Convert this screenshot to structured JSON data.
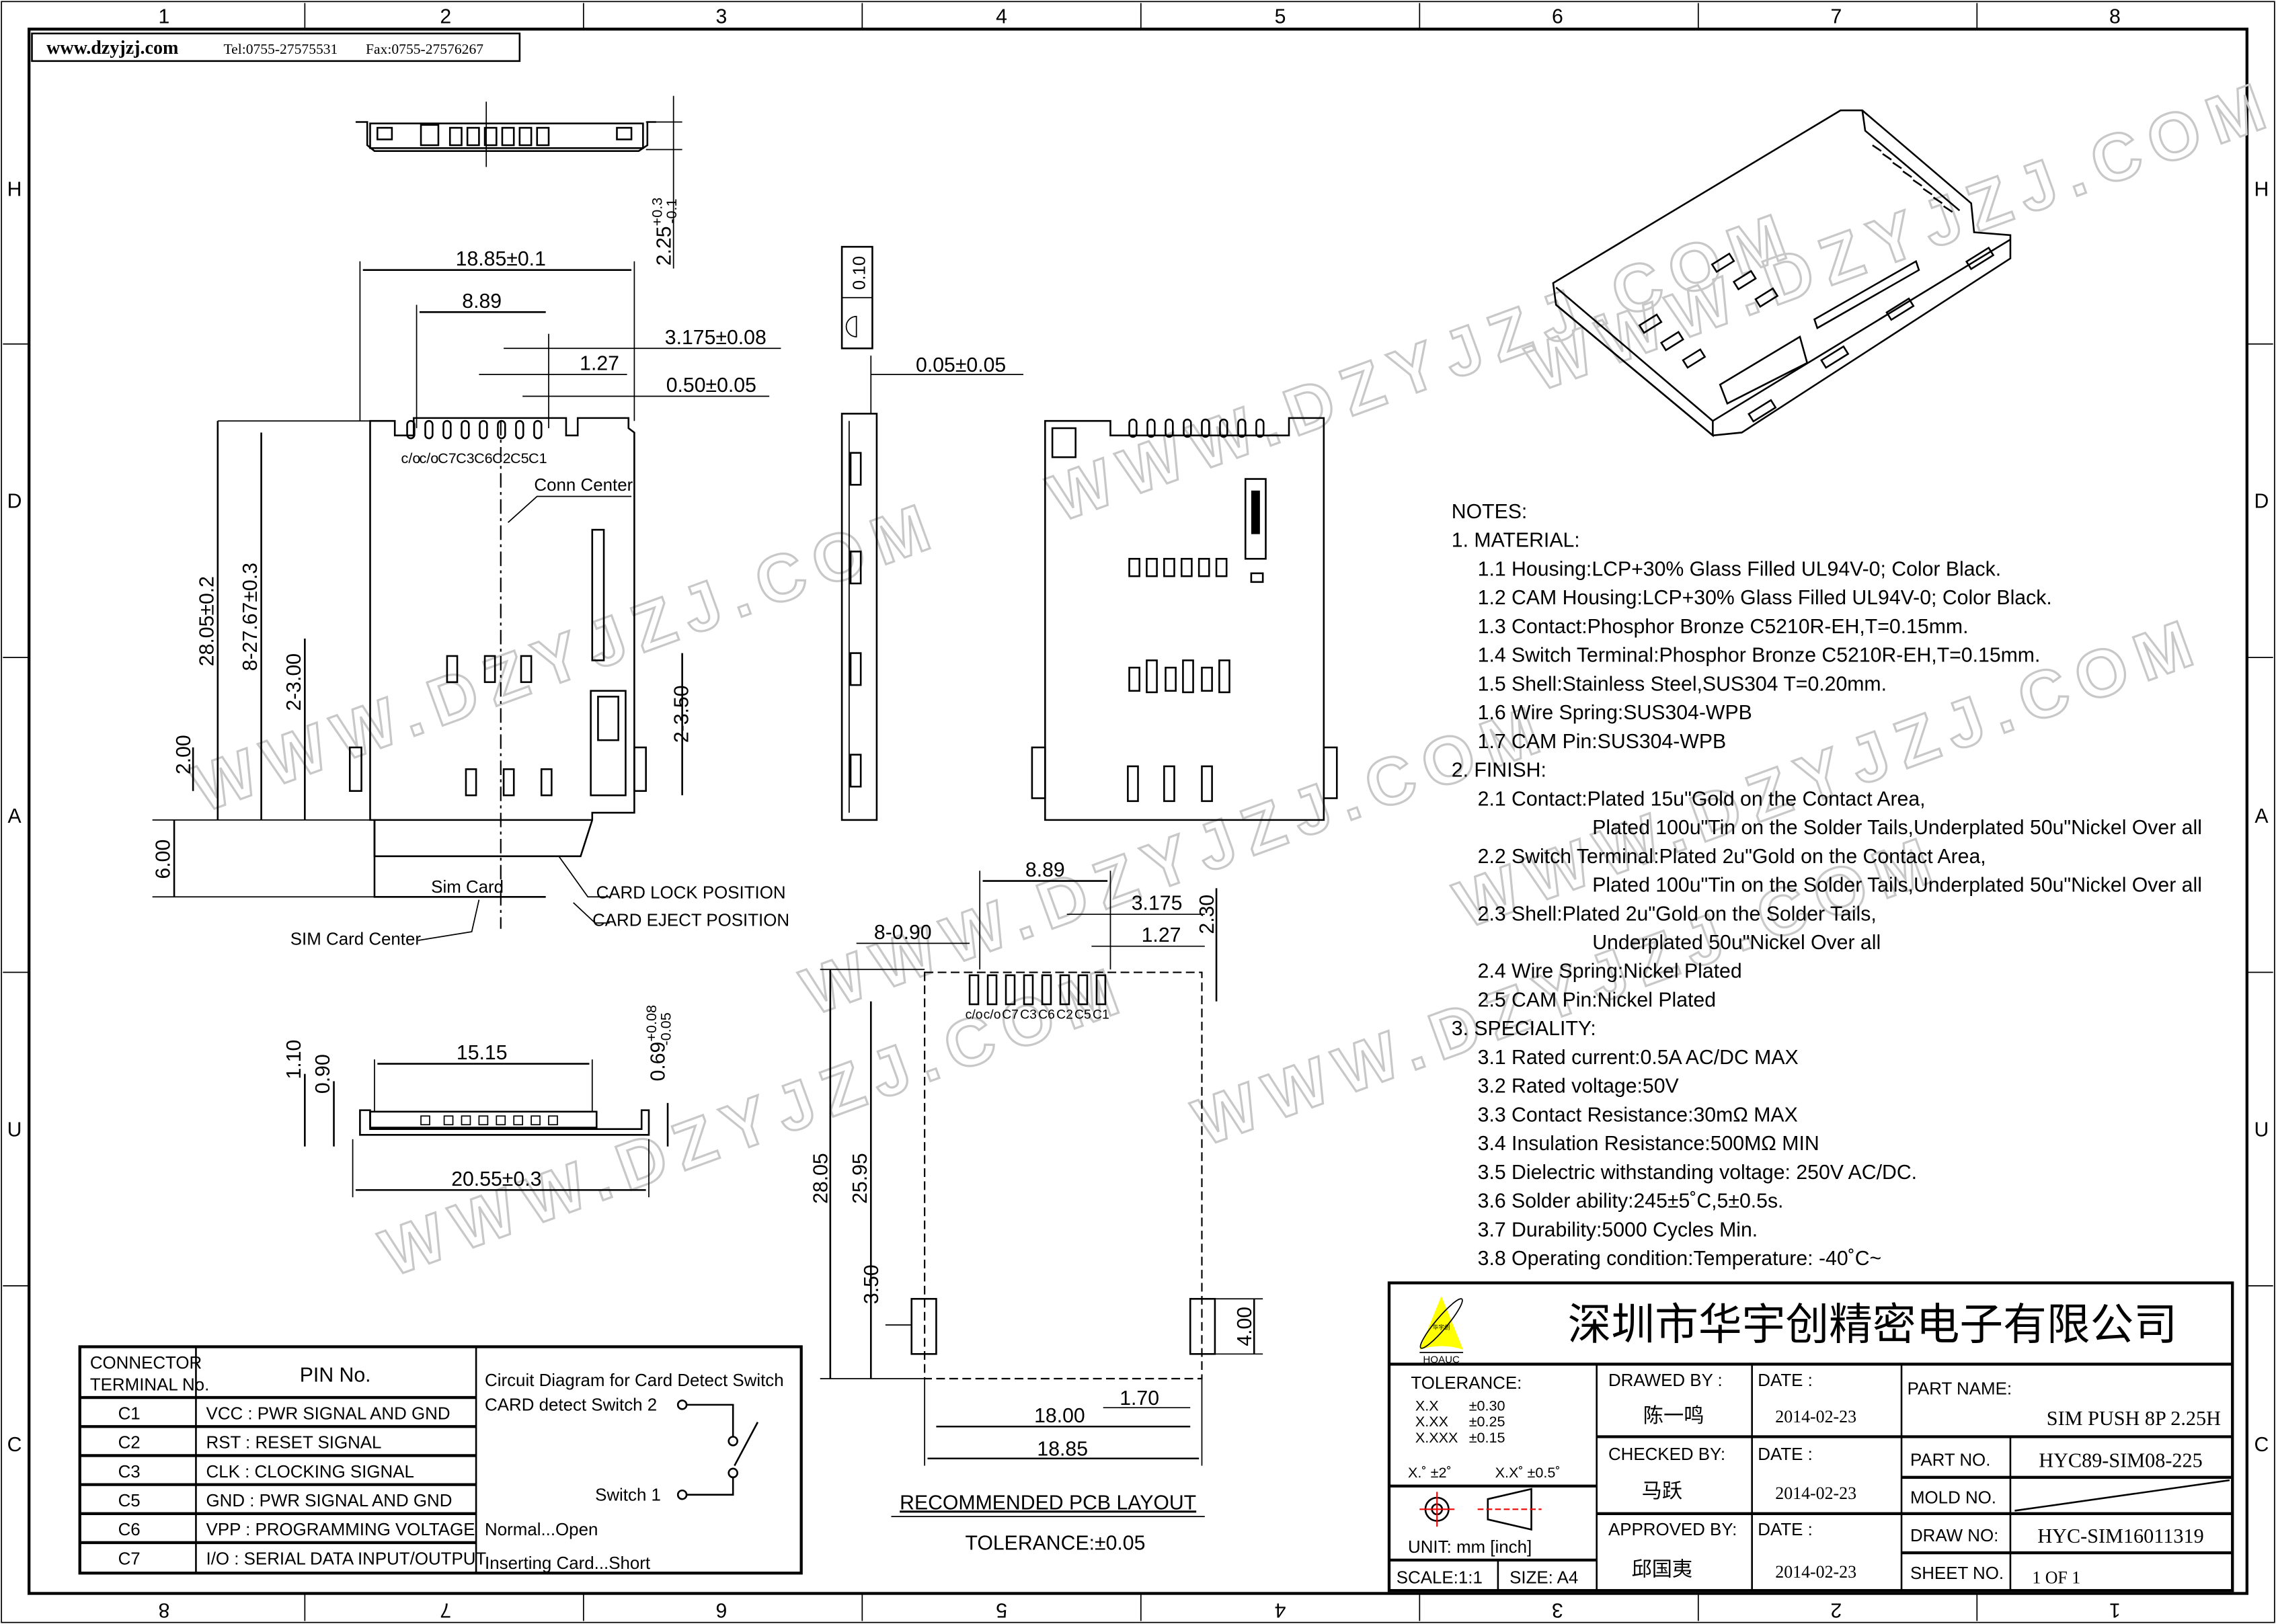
{
  "header": {
    "website": "www.dzyjzj.com",
    "tel": "Tel:0755-27575531",
    "fax": "Fax:0755-27576267"
  },
  "grid": {
    "columns": [
      "1",
      "2",
      "3",
      "4",
      "5",
      "6",
      "7",
      "8"
    ],
    "rows": [
      "H",
      "D",
      "A",
      "U",
      "C"
    ]
  },
  "watermark": "WWW.DZYJZJ.COM",
  "top_view": {
    "height_dim": "2.25",
    "height_tol_plus": "+0.3",
    "height_tol_minus": "-0.1",
    "width_dim": "18.85±0.1",
    "pitch_span": "8.89",
    "offset": "3.175±0.08",
    "pitch": "1.27",
    "pin_width": "0.50±0.05",
    "pin_labels": [
      "c/o",
      "c/o",
      "C7",
      "C3",
      "C6",
      "C2",
      "C5",
      "C1"
    ],
    "conn_center": "Conn Center",
    "length": "28.05±0.2",
    "pin_length": "8-27.67±0.3",
    "switch_dim": "2-3.00",
    "side_dim": "2.00",
    "switch_dim_right": "2-3.50",
    "card_protrude": "6.00",
    "sim_card": "Sim Card",
    "sim_card_center": "SIM Card Center",
    "card_lock": "CARD LOCK POSITION",
    "card_eject": "CARD EJECT POSITION"
  },
  "front_view": {
    "h1": "1.10",
    "h2": "0.90",
    "tail": "0.69",
    "tail_plus": "+0.08",
    "tail_minus": "-0.05",
    "inner_width": "15.15",
    "outer_width": "20.55±0.3"
  },
  "side_view": {
    "thickness": "0.10",
    "gap": "0.05±0.05"
  },
  "pcb_layout": {
    "pitch_span": "8.89",
    "offset": "3.175",
    "pitch": "1.27",
    "pad_len": "2.30",
    "pad_width": "8-0.90",
    "length": "28.05",
    "inner_length": "25.95",
    "switch_pos": "3.50",
    "switch_pad": "4.00",
    "inner_width": "18.00",
    "edge": "1.70",
    "outer_width": "18.85",
    "pin_labels": [
      "c/o",
      "c/o",
      "C7",
      "C3",
      "C6",
      "C2",
      "C5",
      "C1"
    ],
    "title": "RECOMMENDED PCB LAYOUT",
    "tolerance": "TOLERANCE:±0.05"
  },
  "notes": [
    {
      "level": 0,
      "text": "NOTES:"
    },
    {
      "level": 0,
      "text": "1. MATERIAL:"
    },
    {
      "level": 1,
      "text": "1.1 Housing:LCP+30% Glass Filled UL94V-0; Color Black."
    },
    {
      "level": 1,
      "text": "1.2 CAM Housing:LCP+30% Glass Filled UL94V-0; Color Black."
    },
    {
      "level": 1,
      "text": "1.3 Contact:Phosphor Bronze C5210R-EH,T=0.15mm."
    },
    {
      "level": 1,
      "text": "1.4 Switch Terminal:Phosphor Bronze C5210R-EH,T=0.15mm."
    },
    {
      "level": 1,
      "text": "1.5 Shell:Stainless Steel,SUS304 T=0.20mm."
    },
    {
      "level": 1,
      "text": "1.6 Wire Spring:SUS304-WPB"
    },
    {
      "level": 1,
      "text": "1.7 CAM Pin:SUS304-WPB"
    },
    {
      "level": 0,
      "text": "2. FINISH:"
    },
    {
      "level": 1,
      "text": "2.1 Contact:Plated 15u\"Gold on the Contact Area,"
    },
    {
      "level": 2,
      "text": "Plated 100u\"Tin on the Solder Tails,Underplated 50u\"Nickel Over all"
    },
    {
      "level": 1,
      "text": "2.2 Switch Terminal:Plated 2u\"Gold on the Contact Area,"
    },
    {
      "level": 2,
      "text": "Plated 100u\"Tin on the Solder Tails,Underplated 50u\"Nickel Over all"
    },
    {
      "level": 1,
      "text": "2.3 Shell:Plated 2u\"Gold on the Solder Tails,"
    },
    {
      "level": 2,
      "text": "Underplated 50u\"Nickel Over all"
    },
    {
      "level": 1,
      "text": "2.4 Wire Spring:Nickel Plated"
    },
    {
      "level": 1,
      "text": "2.5 CAM Pin:Nickel Plated"
    },
    {
      "level": 0,
      "text": "3. SPECIALITY:"
    },
    {
      "level": 1,
      "text": "3.1 Rated current:0.5A AC/DC MAX"
    },
    {
      "level": 1,
      "text": "3.2 Rated voltage:50V"
    },
    {
      "level": 1,
      "text": "3.3 Contact Resistance:30mΩ MAX"
    },
    {
      "level": 1,
      "text": "3.4 Insulation Resistance:500MΩ MIN"
    },
    {
      "level": 1,
      "text": "3.5 Dielectric withstanding voltage: 250V AC/DC."
    },
    {
      "level": 1,
      "text": "3.6 Solder ability:245±5˚C,5±0.5s."
    },
    {
      "level": 1,
      "text": "3.7 Durability:5000 Cycles Min."
    },
    {
      "level": 1,
      "text": "3.8 Operating condition:Temperature: -40˚C~"
    }
  ],
  "pin_table": {
    "header_terminal_1": "CONNECTOR",
    "header_terminal_2": "TERMINAL No.",
    "header_pin": "PIN No.",
    "rows": [
      {
        "terminal": "C1",
        "pin": "VCC : PWR SIGNAL AND GND"
      },
      {
        "terminal": "C2",
        "pin": "RST : RESET SIGNAL"
      },
      {
        "terminal": "C3",
        "pin": "CLK : CLOCKING SIGNAL"
      },
      {
        "terminal": "C5",
        "pin": "GND : PWR SIGNAL AND GND"
      },
      {
        "terminal": "C6",
        "pin": "VPP : PROGRAMMING VOLTAGE"
      },
      {
        "terminal": "C7",
        "pin": "I/O : SERIAL DATA INPUT/OUTPUT"
      }
    ]
  },
  "circuit": {
    "title": "Circuit Diagram for Card Detect Switch",
    "switch2": "CARD detect   Switch 2",
    "switch1": "Switch 1",
    "normal": "Normal...Open",
    "inserting": "Inserting Card...Short"
  },
  "title_block": {
    "company": "深圳市华宇创精密电子有限公司",
    "logo_text": "华宇创",
    "logo_brand": "HOAUC",
    "tolerance_label": "TOLERANCE:",
    "tol_rows": [
      {
        "k": "X.X",
        "v": "±0.30"
      },
      {
        "k": "X.XX",
        "v": "±0.25"
      },
      {
        "k": "X.XXX",
        "v": "±0.15"
      }
    ],
    "angle_1": "X.˚ ±2˚",
    "angle_2": "X.X˚ ±0.5˚",
    "unit": "UNIT:  mm  [inch]",
    "scale": "SCALE:1:1",
    "size": "SIZE:  A4",
    "drawed_by_label": "DRAWED BY :",
    "drawed_by": "陈一鸣",
    "checked_by_label": "CHECKED BY:",
    "checked_by": "马跃",
    "approved_by_label": "APPROVED BY:",
    "approved_by": "邱国夷",
    "date_label": "DATE :",
    "date_drawed": "2014-02-23",
    "date_checked": "2014-02-23",
    "date_approved": "2014-02-23",
    "part_name_label": "PART NAME:",
    "part_name": "SIM PUSH 8P 2.25H",
    "part_no_label": "PART NO.",
    "part_no": "HYC89-SIM08-225",
    "mold_no_label": "MOLD NO.",
    "draw_no_label": "DRAW NO:",
    "draw_no": "HYC-SIM16011319",
    "sheet_no_label": "SHEET NO.",
    "sheet_no": "1 OF 1",
    "logo_color": "#ffff00"
  }
}
